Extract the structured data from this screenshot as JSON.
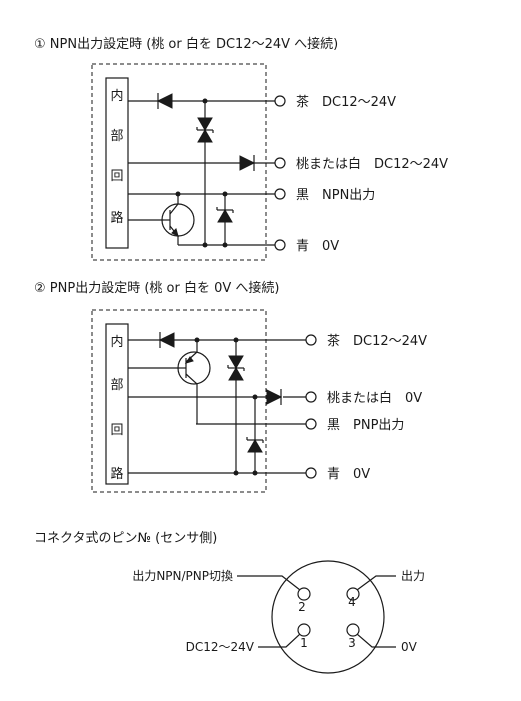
{
  "section1": {
    "title": "① NPN出力設定時 (桃 or 白を DC12～24V へ接続)",
    "block_chars": [
      "内",
      "部",
      "回",
      "路"
    ],
    "terminals": [
      "茶　DC12～24V",
      "桃または白　DC12～24V",
      "黒　NPN出力",
      "青　0V"
    ]
  },
  "section2": {
    "title": "② PNP出力設定時 (桃 or 白を 0V へ接続)",
    "block_chars": [
      "内",
      "部",
      "回",
      "路"
    ],
    "terminals": [
      "茶　DC12～24V",
      "桃または白　0V",
      "黒　PNP出力",
      "青　0V"
    ]
  },
  "connector": {
    "title": "コネクタ式のピン№ (センサ側)",
    "pins": [
      "1",
      "2",
      "3",
      "4"
    ],
    "labels": {
      "pin2": "出力NPN/PNP切換",
      "pin4": "出力",
      "pin1": "DC12～24V",
      "pin3": "0V"
    }
  }
}
